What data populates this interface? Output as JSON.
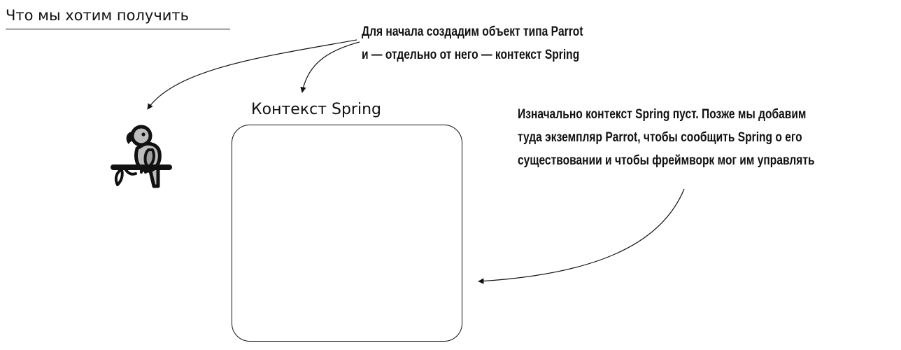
{
  "header": {
    "title": "Что мы хотим получить"
  },
  "annotations": {
    "top_note": [
      "Для начала создадим объект типа Parrot",
      "и — отдельно от него — контекст Spring"
    ],
    "right_note": [
      "Изначально контекст Spring пуст. Позже мы добавим",
      "туда экземпляр Parrot, чтобы сообщить Spring о его",
      "существовании и чтобы фреймворк мог им управлять"
    ]
  },
  "context": {
    "label": "Контекст Spring"
  },
  "icons": {
    "parrot": "parrot-icon"
  },
  "colors": {
    "ink": "#111111",
    "parrot_fill": "#bdbdbd"
  }
}
